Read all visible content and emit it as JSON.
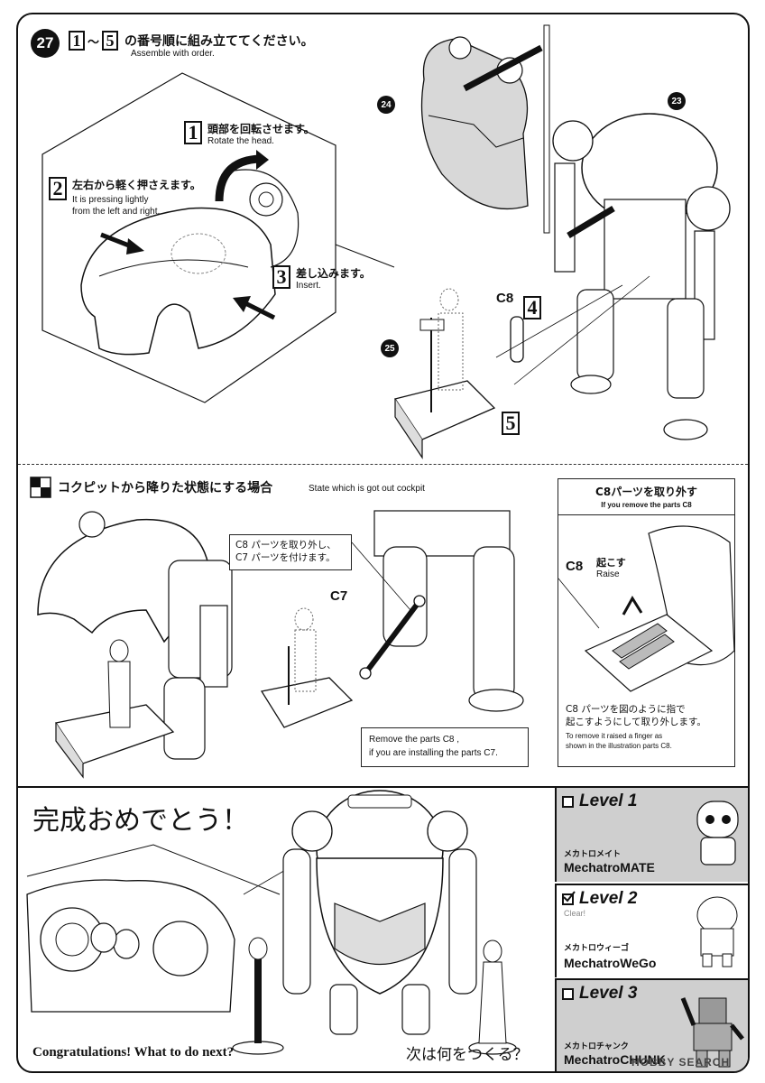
{
  "step": {
    "number": "27",
    "range_start": "1",
    "range_sep": "～",
    "range_end": "5",
    "title_jp": "の番号順に組み立ててください。",
    "title_en": "Assemble with order."
  },
  "callouts": [
    {
      "num": "1",
      "jp": "頭部を回転させます。",
      "en": "Rotate the head."
    },
    {
      "num": "2",
      "jp": "左右から軽く押さえます。",
      "en": "It is pressing lightly\nfrom the left and right."
    },
    {
      "num": "3",
      "jp": "差し込みます。",
      "en": "Insert."
    },
    {
      "num": "4"
    },
    {
      "num": "5"
    }
  ],
  "part_refs": {
    "p24": "24",
    "p23": "23",
    "p25": "25",
    "c8": "C8",
    "c7": "C7"
  },
  "section2": {
    "title_jp": "コクピットから降りた状態にする場合",
    "title_en": "State which is got out cockpit",
    "note_jp": "C8 パーツを取り外し、\nC7 パーツを付けます。",
    "note_en": "Remove the parts C8 ,\nif you are installing the parts C7.",
    "side_title_jp": "C8パーツを取り外す",
    "side_title_en": "If you remove the parts C8",
    "raise_jp": "起こす",
    "raise_en": "Raise",
    "side_note_jp": "C8 パーツを図のように指で\n起こすようにして取り外します。",
    "side_note_en": "To remove it raised a finger as\nshown in the illustration parts C8."
  },
  "section3": {
    "congrats_jp": "完成おめでとう！",
    "congrats_en": "Congratulations! What to do next?",
    "next_jp": "次は何をつくる？",
    "watermark": "HOBBY SEARCH"
  },
  "levels": [
    {
      "label": "Level 1",
      "jp": "メカトロメイト",
      "en": "MechatroMATE",
      "checked": false,
      "clear": ""
    },
    {
      "label": "Level 2",
      "jp": "メカトロウィーゴ",
      "en": "MechatroWeGo",
      "checked": true,
      "clear": "Clear!"
    },
    {
      "label": "Level 3",
      "jp": "メカトロチャンク",
      "en": "MechatroCHUNK",
      "checked": false,
      "clear": ""
    }
  ]
}
